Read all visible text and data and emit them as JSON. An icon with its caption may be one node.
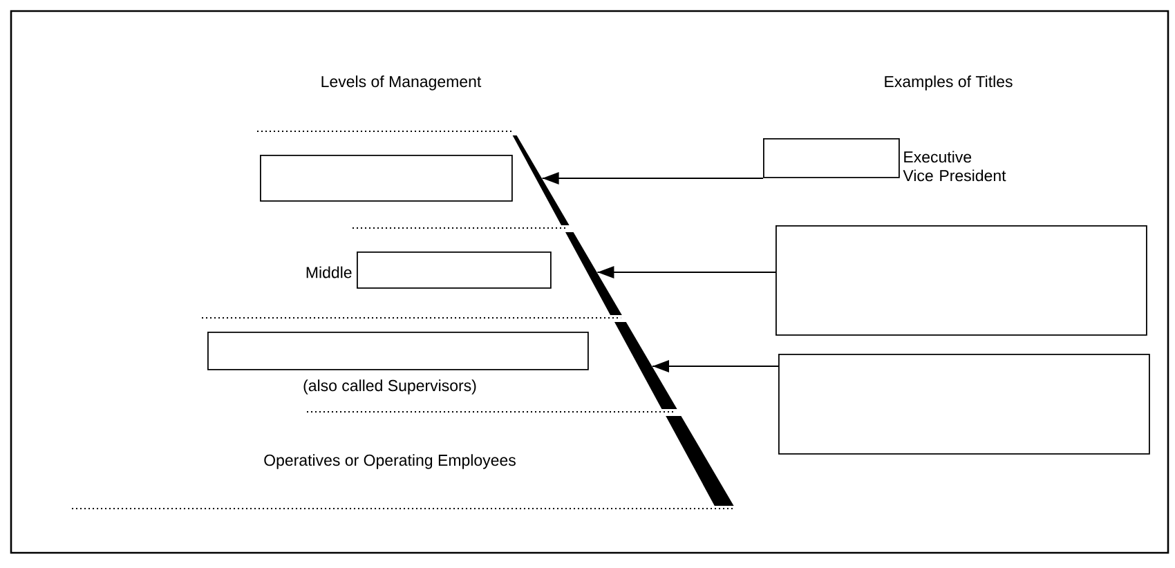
{
  "diagram": {
    "nodes": [
      {
        "text": [],
        "shape": "band"
      },
      {
        "text": [],
        "shape": "box",
        "in": 0
      },
      {
        "text": [
          "Middle"
        ]
      },
      {
        "text": [],
        "shape": "box",
        "in": 2
      },
      {
        "text": [
          "(also called Supervisors)"
        ]
      },
      {
        "text": [],
        "shape": "box",
        "in": 4
      },
      {
        "text": [
          "Operatives or Operating Employees"
        ]
      },
      {
        "text": [],
        "shape": "box",
        "beside": [
          "Executive Vice President"
        ]
      },
      {
        "text": [],
        "shape": "box"
      },
      {
        "text": [],
        "shape": "box"
      }
    ],
    "edges": [
      {
        "from": 7,
        "to": 0,
        "arrow": "to"
      },
      {
        "from": 8,
        "to": 2,
        "arrow": "to"
      },
      {
        "from": 9,
        "to": 4,
        "arrow": "to"
      }
    ],
    "labels": [
      "Levels of Management",
      "Examples of Titles"
    ]
  }
}
